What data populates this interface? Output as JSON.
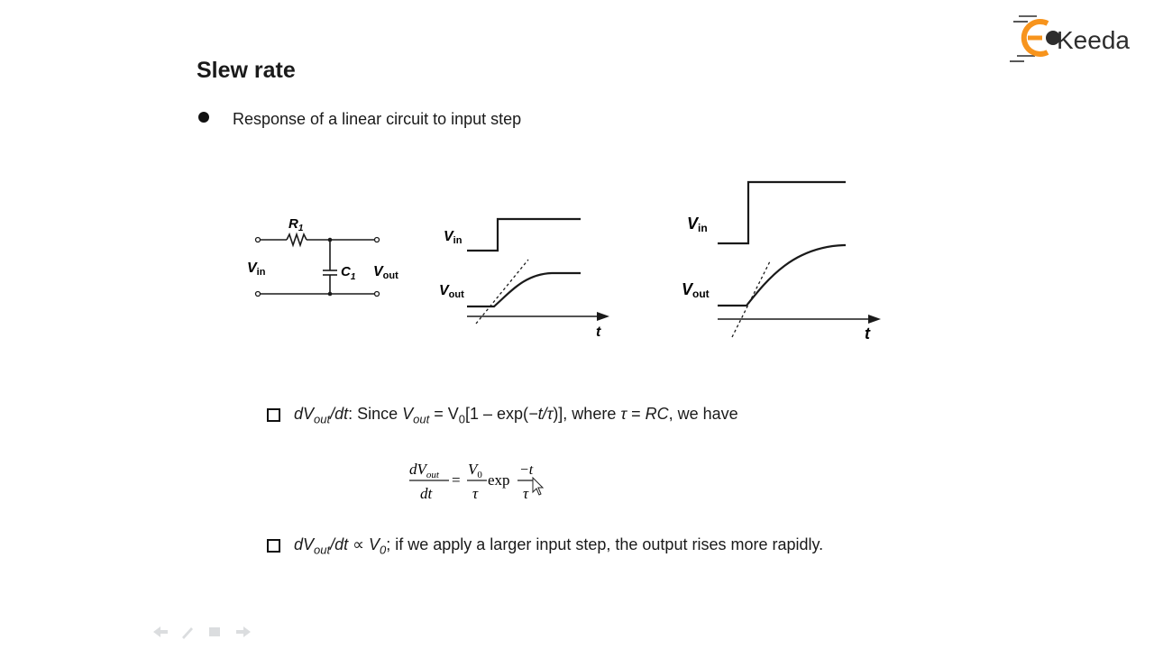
{
  "slide": {
    "title": "Slew rate",
    "bullet1": "Response of a linear circuit to input step",
    "bullet2": {
      "p1": "dV",
      "p1_sub": "out",
      "p2": "/dt",
      "p3": ": Since ",
      "p4": "V",
      "p4_sub": "out",
      "p5": " = V",
      "p5_sub": "0",
      "p6": "[1 – exp(",
      "p7": "−t/τ",
      "p8": ")], where ",
      "p9": "τ",
      "p10": " = ",
      "p11": "RC",
      "p12": ", we have"
    },
    "bullet3": {
      "p1": "dV",
      "p1_sub": "out",
      "p2": "/dt",
      "p3": " ∝ ",
      "p4": "V",
      "p4_sub": "0",
      "p5": "; if we apply a larger input step, the output rises more rapidly."
    }
  },
  "circuit": {
    "r_label": "R",
    "r_sub": "1",
    "c_label": "C",
    "c_sub": "1",
    "vin": "V",
    "vin_sub": "in",
    "vout": "V",
    "vout_sub": "out"
  },
  "graph_small": {
    "vin": "V",
    "vin_sub": "in",
    "vout": "V",
    "vout_sub": "out",
    "t": "t"
  },
  "graph_large": {
    "vin": "V",
    "vin_sub": "in",
    "vout": "V",
    "vout_sub": "out",
    "t": "t"
  },
  "equation": {
    "num": "dV",
    "num_sub": "out",
    "den": "dt",
    "eq": "=",
    "v0": "V",
    "v0_sub": "0",
    "tau1": "τ",
    "exp": "exp",
    "neg_t": "−t",
    "tau2": "τ"
  },
  "logo": {
    "text": "Keeda",
    "color_orange": "#f7941d",
    "color_dark": "#2d2d2d"
  }
}
